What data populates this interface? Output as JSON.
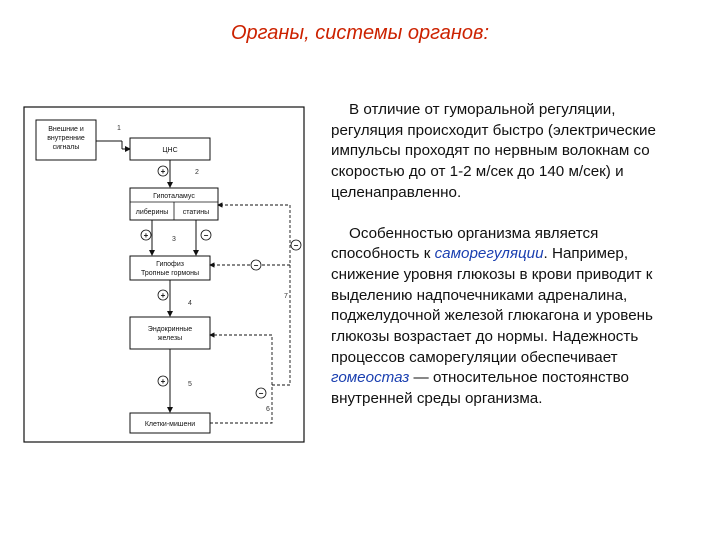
{
  "title": "Органы, системы органов:",
  "diagram": {
    "external_signals": [
      "Внешние и",
      "внутренние",
      "сигналы"
    ],
    "cns": "ЦНС",
    "hypothalamus": "Гипоталамус",
    "liberins": "либерины",
    "statins": "статины",
    "pituitary": [
      "Гипофиз",
      "Тропные гормоны"
    ],
    "endocrine": [
      "Эндокринные",
      "железы"
    ],
    "target_cells": "Клетки-мишени",
    "plus": "+",
    "minus": "−",
    "numbers": [
      "1",
      "2",
      "3",
      "4",
      "5",
      "6",
      "7"
    ]
  },
  "paragraph1": "В отличие от гуморальной регуляции, регуляция происходит быстро (электрические импульсы проходят по нервным волокнам со скоростью до от 1-2 м/сек до 140 м/сек) и целенаправленно.",
  "paragraph2": {
    "part1": "Особенностью организма является способность к ",
    "term1": "саморегуляции",
    "part2": ". Например, снижение уровня глюкозы в крови приводит к выделению надпочечниками адреналина, поджелудочной железой глюкагона и уровень глюкозы возрастает до нормы. Надежность процессов саморегуляции обеспечивает ",
    "term2": "гомеостаз",
    "part3": " — относительное постоянство внутренней среды организма."
  },
  "colors": {
    "title": "#cc2200",
    "term": "#1a3fb0",
    "text": "#111111"
  }
}
